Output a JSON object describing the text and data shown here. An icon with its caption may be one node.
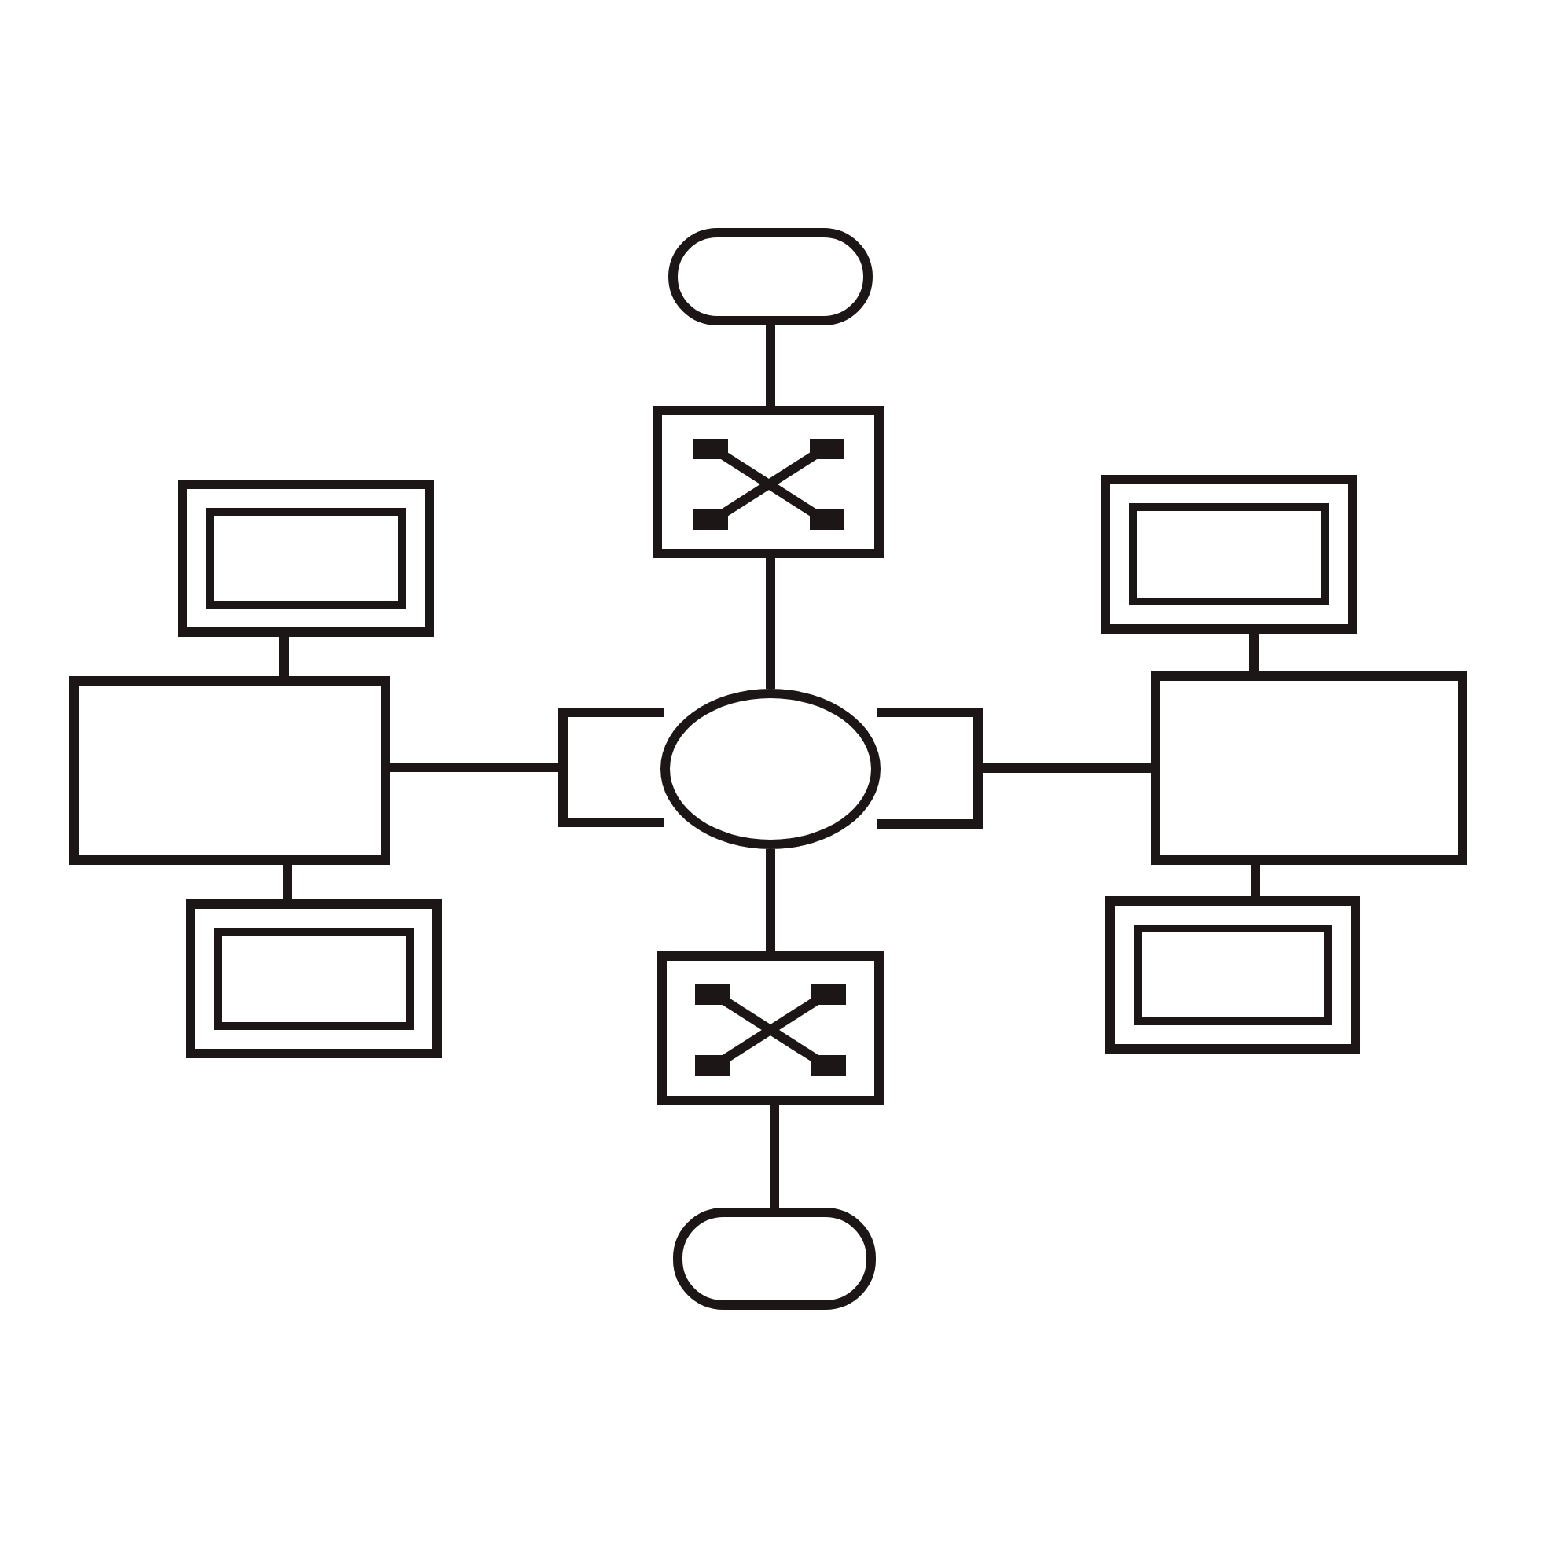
{
  "diagram": {
    "nodes": [
      {
        "text": [],
        "shape": "oval"
      },
      {
        "text": [],
        "shape": "box"
      },
      {
        "text": [],
        "shape": "box"
      },
      {
        "text": [],
        "shape": "box"
      },
      {
        "text": [],
        "shape": "box"
      },
      {
        "text": [],
        "shape": "box"
      },
      {
        "text": [],
        "shape": "circle"
      },
      {
        "text": [],
        "shape": "box"
      },
      {
        "text": [],
        "shape": "box"
      },
      {
        "text": [],
        "shape": "box"
      },
      {
        "text": [],
        "shape": "box"
      },
      {
        "text": [],
        "shape": "box"
      },
      {
        "text": [],
        "shape": "oval"
      }
    ],
    "edges": [
      {
        "from": 0,
        "to": 1,
        "arrow": "none"
      },
      {
        "from": 1,
        "to": 6,
        "arrow": "none"
      },
      {
        "from": 2,
        "to": 4,
        "arrow": "none"
      },
      {
        "from": 3,
        "to": 8,
        "arrow": "none"
      },
      {
        "from": 4,
        "to": 5,
        "arrow": "none"
      },
      {
        "from": 7,
        "to": 8,
        "arrow": "none"
      },
      {
        "from": 4,
        "to": 9,
        "arrow": "none"
      },
      {
        "from": 8,
        "to": 10,
        "arrow": "none"
      },
      {
        "from": 6,
        "to": 11,
        "arrow": "none"
      },
      {
        "from": 11,
        "to": 12,
        "arrow": "none"
      }
    ]
  }
}
